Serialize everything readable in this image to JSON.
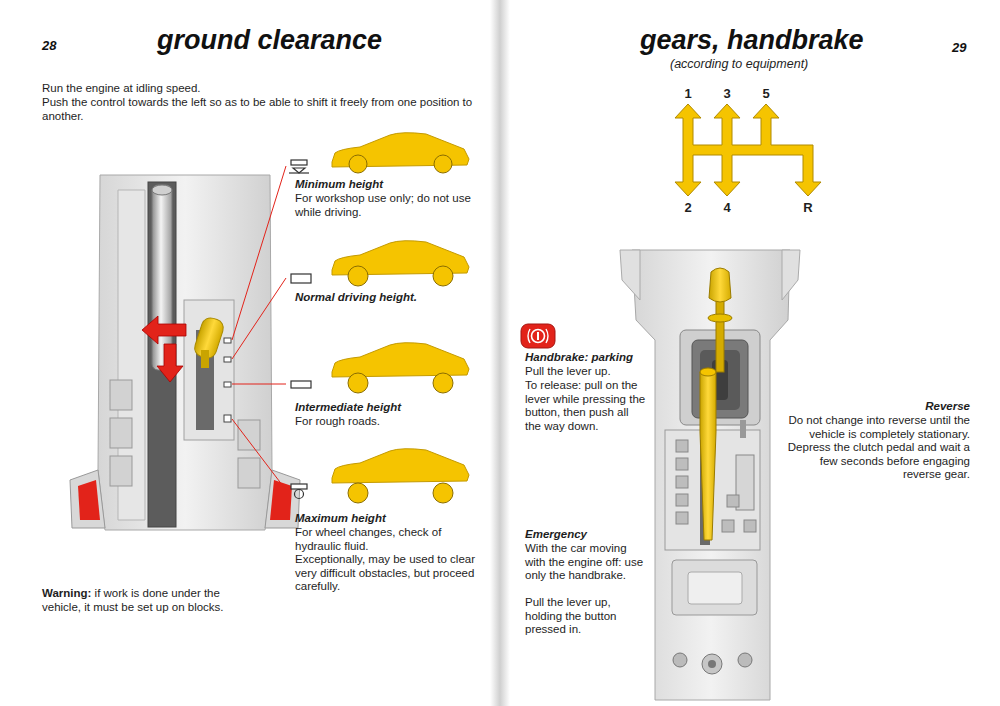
{
  "diagram": {
    "labels": [
      "28",
      "ground clearance",
      "Run the engine at idling speed.",
      "Push the control towards the left so as to be able to shift it freely from one position to another.",
      "Minimum height",
      "For workshop use only; do not use while driving.",
      "Normal driving height.",
      "Intermediate height",
      "For rough roads.",
      "Maximum height",
      "For wheel changes, check of hydraulic fluid.",
      "Exceptionally, may be used to clear very difficult obstacles, but proceed carefully.",
      "Warning:",
      "if work is done under the vehicle, it must be set up on blocks.",
      "gears, handbrake",
      "(according to equipment)",
      "29",
      "1",
      "3",
      "5",
      "2",
      "4",
      "R",
      "Handbrake: parking",
      "Pull the lever up.",
      "To release: pull on the lever while pressing the button, then push all the way down.",
      "Reverse",
      "Do not change into reverse until the vehicle is completely stationary. Depress the clutch pedal and wait a few seconds before engaging reverse gear.",
      "Emergency",
      "With the car moving with the engine off: use only the handbrake.",
      "Pull the lever up, holding the button pressed in."
    ]
  }
}
